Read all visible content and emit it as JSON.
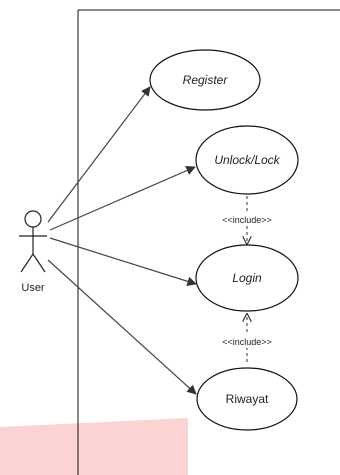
{
  "actor": {
    "name": "User"
  },
  "use_cases": {
    "register": "Register",
    "unlock_lock": "Unlock/Lock",
    "login": "Login",
    "riwayat": "Riwayat"
  },
  "relations": {
    "include_top": "<<include>>",
    "include_bottom": "<<include>>"
  },
  "colors": {
    "line": "#444444",
    "ellipse_stroke": "#111111",
    "highlight_band": "#fbd3d3"
  }
}
